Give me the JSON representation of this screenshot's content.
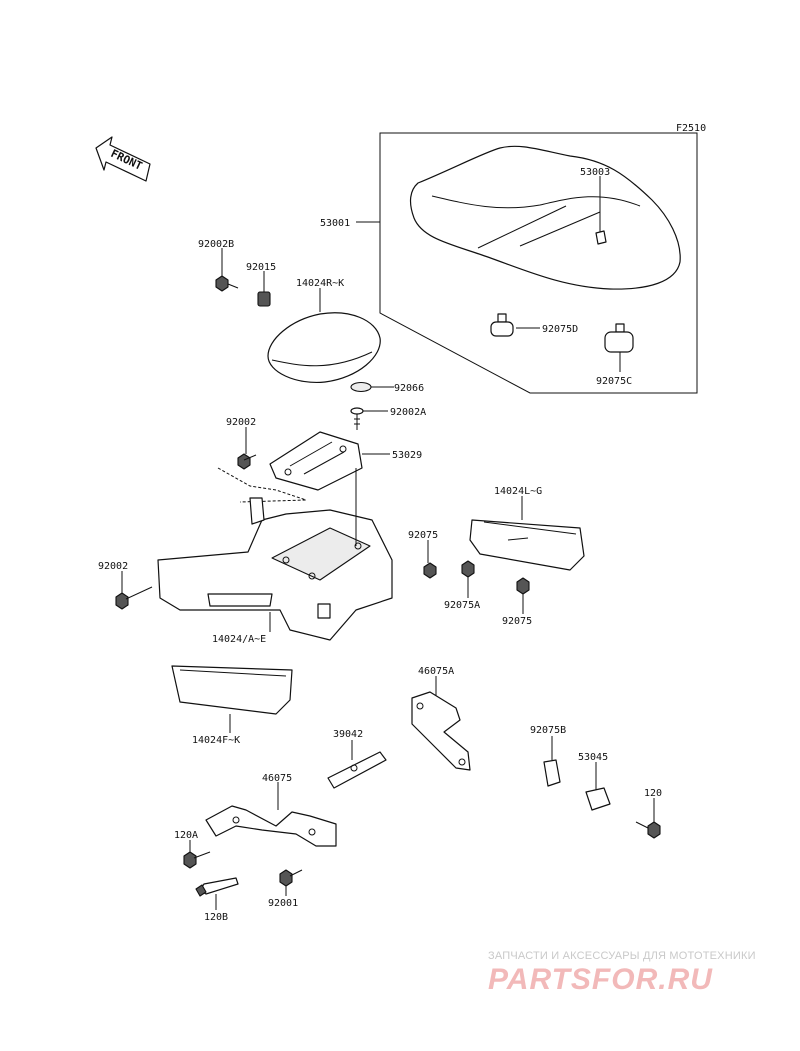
{
  "figure_code": "F2510",
  "front_label": "FRONT",
  "callouts": {
    "c53001": "53001",
    "c53003": "53003",
    "c92002B": "92002B",
    "c92015": "92015",
    "c14024RK": "14024R~K",
    "c92075D": "92075D",
    "c92075C": "92075C",
    "c92066": "92066",
    "c92002A": "92002A",
    "c92002_top": "92002",
    "c53029": "53029",
    "c14024LG": "14024L~G",
    "c92075_a": "92075",
    "c92002_left": "92002",
    "c92075A": "92075A",
    "c92075_b": "92075",
    "c14024AE": "14024/A~E",
    "c46075A": "46075A",
    "c14024FK": "14024F~K",
    "c39042": "39042",
    "c92075B": "92075B",
    "c46075": "46075",
    "c53045": "53045",
    "c120": "120",
    "c120A": "120A",
    "c120B": "120B",
    "c92001": "92001"
  },
  "watermark": {
    "tagline": "ЗАПЧАСТИ И АКСЕССУАРЫ ДЛЯ МОТОТЕХНИКИ",
    "logo": "PARTSFOR.RU",
    "tagline_color": "#c9c9c9",
    "logo_color": "#f2b9b9"
  }
}
